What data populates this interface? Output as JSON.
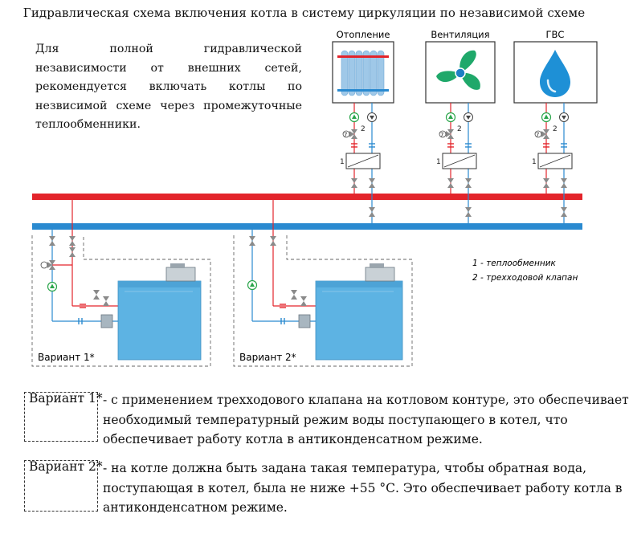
{
  "title": "Гидравлическая схема включения котла в систему циркуляции по независимой схеме",
  "intro": [
    "Для полной гидравлической",
    "независимости от внешних сетей,",
    "рекомендуется включать котлы по",
    "незвисимой схеме через промежуточные",
    "теплообменники."
  ],
  "consumers": [
    {
      "label": "Отопление",
      "icon": "radiator-icon"
    },
    {
      "label": "Вентиляция",
      "icon": "fan-icon"
    },
    {
      "label": "ГВС",
      "icon": "water-drop-icon"
    }
  ],
  "markers": {
    "one": "1",
    "two": "2",
    "seven": "7"
  },
  "legend": {
    "item1": "1 - теплообменник",
    "item2": "2 - трехходовой клапан"
  },
  "variants": {
    "v1_caption": "Вариант 1*",
    "v2_caption": "Вариант 2*",
    "v1_label": "Вариант 1*",
    "v1_lines": [
      "- с применением трехходового клапана на котловом контуре, это обеспечивает",
      "необходимый температурный режим воды поступающего в котел, что",
      "обеспечивает работу котла в антиконденсатном режиме."
    ],
    "v2_label": "Вариант 2*",
    "v2_lines": [
      "- на котле должна быть задана такая температура, чтобы обратная вода,",
      "поступающая в котел, была не ниже +55 °С. Это обеспечивает работу котла в",
      "антиконденсатном режиме."
    ]
  },
  "colors": {
    "supply": "#e3242b",
    "return": "#2a8ad0",
    "boiler": "#5db3e3",
    "pump": "#2aa54a",
    "valve": "#8a8a8a"
  }
}
